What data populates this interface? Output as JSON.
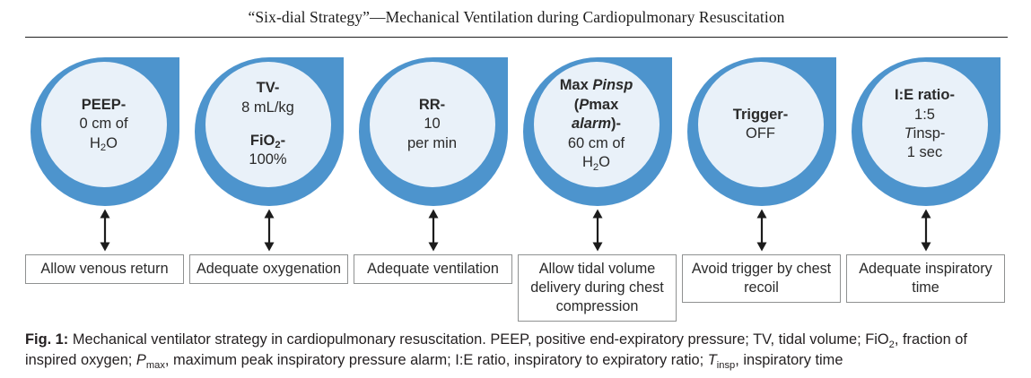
{
  "title": "“Six-dial Strategy”—Mechanical Ventilation during Cardiopulmonary Resuscitation",
  "colors": {
    "dial_ring_blue": "#4d94cd",
    "dial_face_light_blue": "#e9f1f9",
    "arrow_black": "#1c1c1c",
    "box_border_gray": "#8f9191"
  },
  "dials": [
    {
      "id": "peep",
      "lines": [
        [
          {
            "t": "PEEP-",
            "b": 1
          }
        ],
        [
          {
            "t": "0 cm of"
          }
        ],
        [
          {
            "t": "H"
          },
          {
            "t": "2",
            "sub": 1
          },
          {
            "t": "O"
          }
        ]
      ],
      "goal": "Allow venous return"
    },
    {
      "id": "tv-fio2",
      "lines": [
        [
          {
            "t": "TV-",
            "b": 1
          }
        ],
        [
          {
            "t": "8 mL/kg"
          }
        ],
        [],
        [
          {
            "t": "FiO",
            "b": 1
          },
          {
            "t": "2",
            "b": 1,
            "sub": 1
          },
          {
            "t": "-",
            "b": 1
          }
        ],
        [
          {
            "t": "100%"
          }
        ]
      ],
      "goal": "Adequate oxygenation"
    },
    {
      "id": "rr",
      "lines": [
        [
          {
            "t": "RR-",
            "b": 1
          }
        ],
        [
          {
            "t": "10"
          }
        ],
        [
          {
            "t": "per min"
          }
        ]
      ],
      "goal": "Adequate ventilation"
    },
    {
      "id": "max-pinsp",
      "lines": [
        [
          {
            "t": "Max ",
            "b": 1
          },
          {
            "t": "P",
            "b": 1,
            "i": 1
          },
          {
            "t": "insp",
            "b": 1,
            "i": 1
          }
        ],
        [
          {
            "t": "(",
            "b": 1
          },
          {
            "t": "P",
            "b": 1,
            "i": 1
          },
          {
            "t": "max",
            "b": 1
          }
        ],
        [
          {
            "t": "alarm",
            "b": 1,
            "i": 1
          },
          {
            "t": ")-",
            "b": 1
          }
        ],
        [
          {
            "t": "60 cm of"
          }
        ],
        [
          {
            "t": "H"
          },
          {
            "t": "2",
            "sub": 1
          },
          {
            "t": "O"
          }
        ]
      ],
      "goal": "Allow tidal volume delivery during chest compression"
    },
    {
      "id": "trigger",
      "lines": [
        [
          {
            "t": "Trigger-",
            "b": 1
          }
        ],
        [
          {
            "t": "OFF"
          }
        ]
      ],
      "goal": "Avoid trigger by chest recoil"
    },
    {
      "id": "ie-ratio",
      "lines": [
        [
          {
            "t": "I:E ratio-",
            "b": 1
          }
        ],
        [
          {
            "t": "1:5"
          }
        ],
        [
          {
            "t": "T",
            "i": 1
          },
          {
            "t": "insp-"
          }
        ],
        [
          {
            "t": "1 sec"
          }
        ]
      ],
      "goal": "Adequate inspiratory time"
    }
  ],
  "caption": {
    "lines": [
      [
        {
          "t": "Fig. 1: ",
          "b": 1
        },
        {
          "t": "Mechanical ventilator strategy in cardiopulmonary resuscitation. PEEP, positive end-expiratory pressure; TV, tidal volume; FiO"
        },
        {
          "t": "2",
          "sub": 1
        },
        {
          "t": ", fraction of"
        }
      ],
      [
        {
          "t": "inspired oxygen; "
        },
        {
          "t": "P",
          "i": 1
        },
        {
          "t": "max",
          "sub": 1
        },
        {
          "t": ", maximum peak inspiratory pressure alarm; I:E ratio, inspiratory to expiratory ratio; "
        },
        {
          "t": "T",
          "i": 1
        },
        {
          "t": "insp",
          "sub": 1
        },
        {
          "t": ", inspiratory time"
        }
      ]
    ]
  }
}
